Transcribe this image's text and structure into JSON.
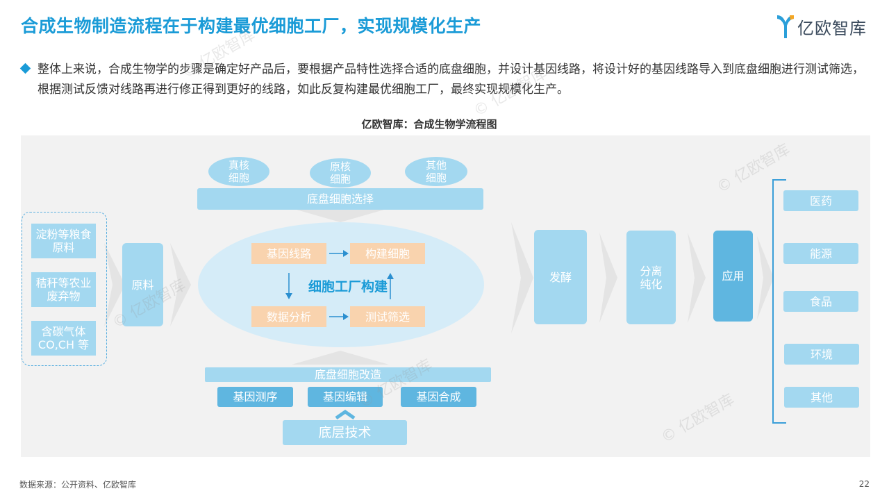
{
  "header": {
    "title": "合成生物制造流程在于构建最优细胞工厂，实现规模化生产",
    "logo_text": "亿欧智库"
  },
  "summary": {
    "text": "整体上来说，合成生物学的步骤是确定好产品后，要根据产品特性选择合适的底盘细胞，并设计基因线路，将设计好的基因线路导入到底盘细胞进行测试筛选，根据测试反馈对线路再进行修正得到更好的线路，如此反复构建最优细胞工厂，最终实现规模化生产。"
  },
  "diagram": {
    "title": "亿欧智库：合成生物学流程图",
    "sources": [
      "淀粉等粮食原料",
      "秸秆等农业废弃物",
      "含碳气体CO,CH 等"
    ],
    "raw_material": "原料",
    "cell_types": [
      "真核细胞",
      "原核细胞",
      "其他细胞"
    ],
    "chassis_selection": "底盘细胞选择",
    "factory": {
      "label": "细胞工厂构建",
      "gene_circuit": "基因线路",
      "build_cell": "构建细胞",
      "data_analysis": "数据分析",
      "test_screen": "测试筛选"
    },
    "chassis_modification": "底盘细胞改造",
    "techniques": [
      "基因测序",
      "基因编辑",
      "基因合成"
    ],
    "base_tech": "底层技术",
    "fermentation": "发酵",
    "separation": "分离纯化",
    "application": "应用",
    "applications": [
      "医药",
      "能源",
      "食品",
      "环境",
      "其他"
    ],
    "colors": {
      "accent": "#1a9bd7",
      "light_node": "#a3d8f0",
      "mid_node": "#5fb6e0",
      "orange_node": "#f9d3ae",
      "panel": "#f2f2f2"
    }
  },
  "footer": {
    "source": "数据来源：公开资料、亿欧智库",
    "page": "22"
  },
  "watermark": "© 亿欧智库"
}
